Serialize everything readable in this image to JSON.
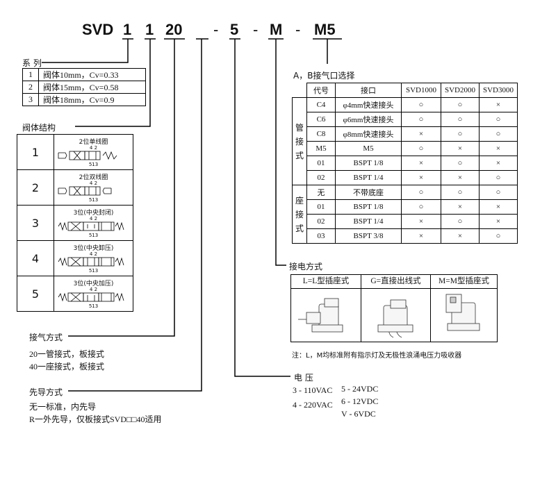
{
  "model_code": {
    "parts": [
      "SVD",
      "1",
      "1",
      "20",
      "-",
      "5",
      "-",
      "M",
      "-",
      "M5"
    ]
  },
  "series": {
    "heading": "系 列",
    "rows": [
      {
        "num": "1",
        "text": "阀体10mm，Cv=0.33"
      },
      {
        "num": "2",
        "text": "阀体15mm，Cv=0.58"
      },
      {
        "num": "3",
        "text": "阀体18mm，Cv=0.9"
      }
    ]
  },
  "body_structure": {
    "heading": "阀体结构",
    "rows": [
      {
        "num": "1",
        "title": "2位单线圈",
        "ports_top": "4 2",
        "ports_bottom": "513",
        "icon": "valve-2pos-single-solenoid-icon"
      },
      {
        "num": "2",
        "title": "2位双线圈",
        "ports_top": "4 2",
        "ports_bottom": "513",
        "icon": "valve-2pos-double-solenoid-icon"
      },
      {
        "num": "3",
        "title": "3位(中央封闭)",
        "ports_top": "4 2",
        "ports_bottom": "513",
        "icon": "valve-3pos-closed-center-icon"
      },
      {
        "num": "4",
        "title": "3位(中央卸压)",
        "ports_top": "4 2",
        "ports_bottom": "513",
        "icon": "valve-3pos-exhaust-center-icon"
      },
      {
        "num": "5",
        "title": "3位(中央加压)",
        "ports_top": "4 2",
        "ports_bottom": "513",
        "icon": "valve-3pos-pressure-center-icon"
      }
    ]
  },
  "port_selection": {
    "heading": "A，B接气口选择",
    "headers": [
      "代号",
      "接口",
      "SVD1000",
      "SVD2000",
      "SVD3000"
    ],
    "groups": [
      {
        "label": [
          "管",
          "接",
          "式"
        ],
        "rows": [
          {
            "code": "C4",
            "port": "φ4mm快速接头",
            "marks": [
              "○",
              "○",
              "×"
            ]
          },
          {
            "code": "C6",
            "port": "φ6mm快速接头",
            "marks": [
              "○",
              "○",
              "○"
            ]
          },
          {
            "code": "C8",
            "port": "φ8mm快速接头",
            "marks": [
              "×",
              "○",
              "○"
            ]
          },
          {
            "code": "M5",
            "port": "M5",
            "marks": [
              "○",
              "×",
              "×"
            ]
          },
          {
            "code": "01",
            "port": "BSPT 1/8",
            "marks": [
              "×",
              "○",
              "×"
            ]
          },
          {
            "code": "02",
            "port": "BSPT 1/4",
            "marks": [
              "×",
              "×",
              "○"
            ]
          }
        ]
      },
      {
        "label": [
          "座",
          "接",
          "式"
        ],
        "rows": [
          {
            "code": "无",
            "port": "不带底座",
            "marks": [
              "○",
              "○",
              "○"
            ]
          },
          {
            "code": "01",
            "port": "BSPT 1/8",
            "marks": [
              "○",
              "×",
              "×"
            ]
          },
          {
            "code": "02",
            "port": "BSPT 1/4",
            "marks": [
              "×",
              "○",
              "×"
            ]
          },
          {
            "code": "03",
            "port": "BSPT 3/8",
            "marks": [
              "×",
              "×",
              "○"
            ]
          }
        ]
      }
    ]
  },
  "electrical": {
    "heading": "接电方式",
    "options": [
      {
        "label": "L=L型插座式",
        "icon": "l-type-connector-icon"
      },
      {
        "label": "G=直接出线式",
        "icon": "grommet-lead-wire-icon"
      },
      {
        "label": "M=M型插座式",
        "icon": "m-type-connector-icon"
      }
    ],
    "note": "注：L，M均标准附有指示灯及无极性浪涌电压力吸收器"
  },
  "port_method": {
    "heading": "接气方式",
    "lines": [
      "20一管接式，板接式",
      "40一座接式，板接式"
    ]
  },
  "pilot": {
    "heading": "先导方式",
    "lines": [
      "无一标准，内先导",
      "R一外先导，仅板接式SVD□□40适用"
    ]
  },
  "voltage": {
    "heading": "电 压",
    "col1": [
      "3 - 110VAC",
      "4 - 220VAC"
    ],
    "col2": [
      "5 - 24VDC",
      "6 - 12VDC",
      "V - 6VDC"
    ]
  }
}
